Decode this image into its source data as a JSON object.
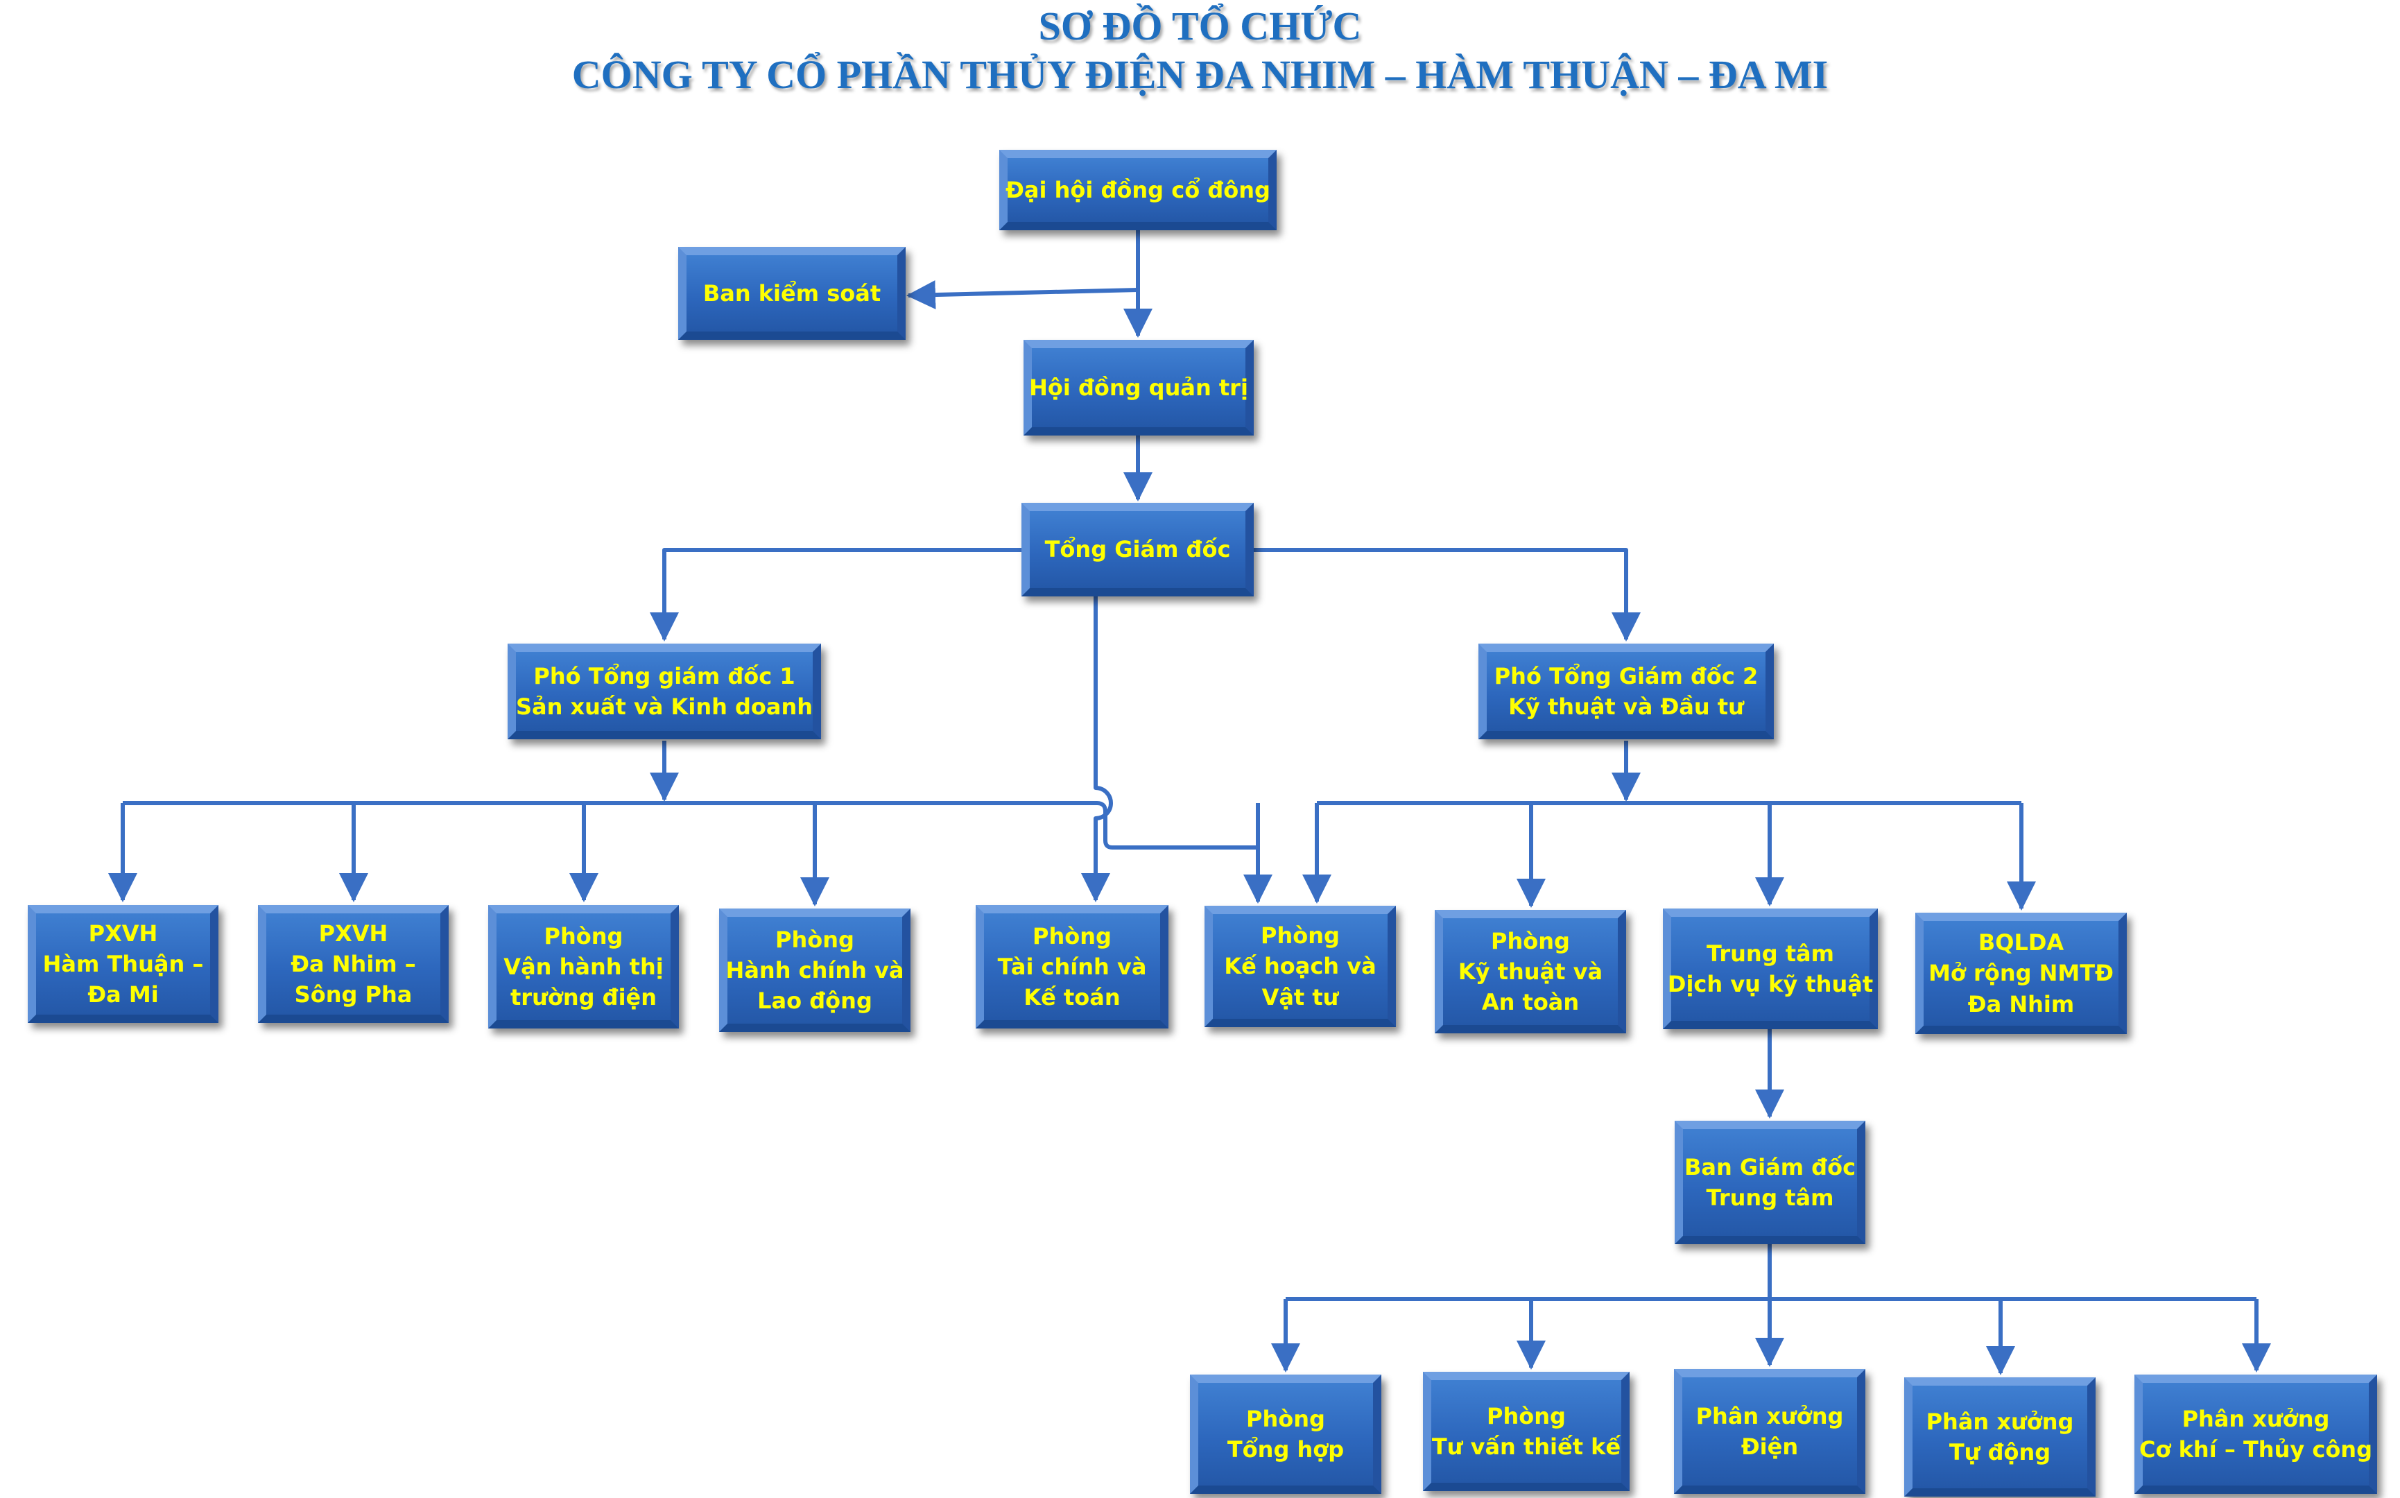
{
  "title": {
    "line1": "SƠ ĐỒ TỔ CHỨC",
    "line2": "CÔNG TY CỔ PHẦN THỦY ĐIỆN ĐA NHIM – HÀM THUẬN – ĐA MI"
  },
  "colors": {
    "title": "#1f6fc0",
    "box": "#2d67bd",
    "box_text": "#ffff00",
    "connector": "#3a6fc4"
  },
  "nodes": {
    "dhdcd": [
      "Đại hội đồng cổ đông"
    ],
    "bks": [
      "Ban kiểm soát"
    ],
    "hdqt": [
      "Hội đồng quản trị"
    ],
    "tgd": [
      "Tổng Giám đốc"
    ],
    "ptgd1": [
      "Phó Tổng giám đốc 1",
      "Sản xuất và Kinh doanh"
    ],
    "ptgd2": [
      "Phó Tổng Giám đốc 2",
      "Kỹ thuật và Đầu tư"
    ],
    "pxvh1": [
      "PXVH",
      "Hàm Thuận –",
      "Đa Mi"
    ],
    "pxvh2": [
      "PXVH",
      "Đa Nhim –",
      "Sông Pha"
    ],
    "vhtt": [
      "Phòng",
      "Vận hành thị",
      "trường điện"
    ],
    "hcld": [
      "Phòng",
      "Hành chính và",
      "Lao động"
    ],
    "tckt": [
      "Phòng",
      "Tài chính và",
      "Kế toán"
    ],
    "khvt": [
      "Phòng",
      "Kế hoạch và",
      "Vật tư"
    ],
    "ktat": [
      "Phòng",
      "Kỹ thuật và",
      "An toàn"
    ],
    "ttdv": [
      "Trung tâm",
      "Dịch vụ kỹ thuật"
    ],
    "bqlda": [
      "BQLDA",
      "Mở rộng NMTĐ",
      "Đa Nhim"
    ],
    "bgdtt": [
      "Ban Giám đốc",
      "Trung tâm"
    ],
    "pth": [
      "Phòng",
      "Tổng hợp"
    ],
    "ptvtk": [
      "Phòng",
      "Tư vấn thiết kế"
    ],
    "pxd": [
      "Phân xưởng",
      "Điện"
    ],
    "pxtd": [
      "Phân xưởng",
      "Tự động"
    ],
    "pxck": [
      "Phân xưởng",
      "Cơ khí – Thủy công"
    ]
  }
}
